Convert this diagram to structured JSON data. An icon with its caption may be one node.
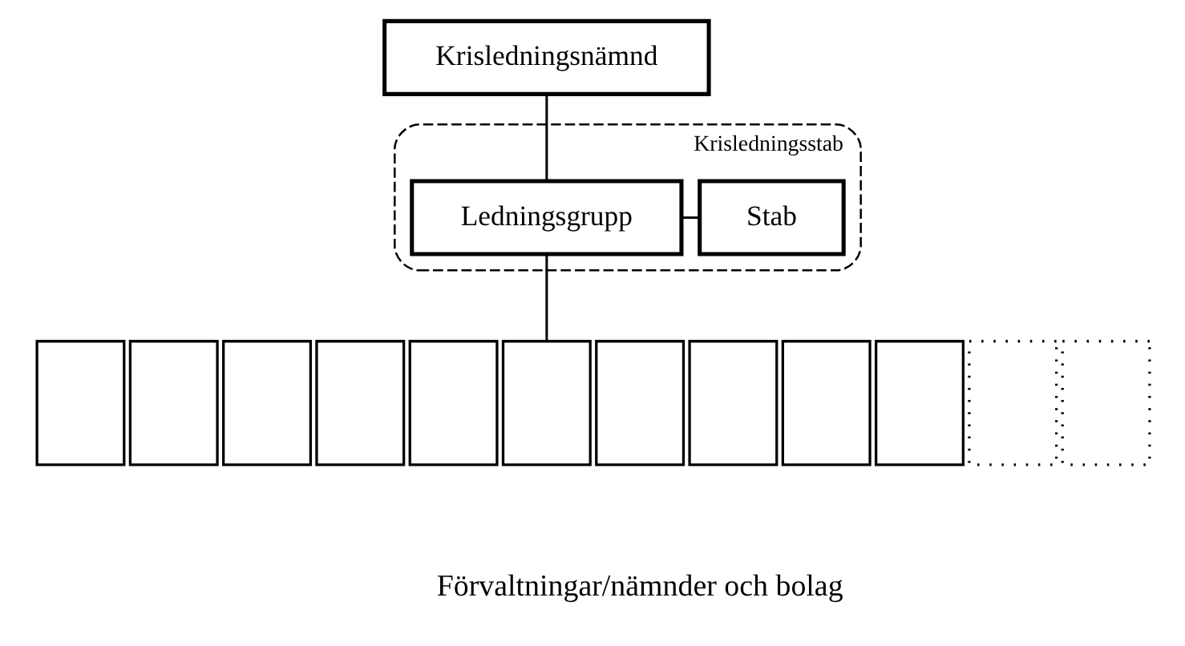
{
  "diagram": {
    "nodes": [
      {
        "text": [
          "Krisledningsnämnd"
        ]
      },
      {
        "text": [
          "Krisledningsstab"
        ]
      },
      {
        "text": [
          "Ledningsgrupp"
        ],
        "in": 1
      },
      {
        "text": [
          "Stab"
        ],
        "in": 1
      },
      {
        "text": [],
        "shape": "box"
      },
      {
        "text": [],
        "shape": "box"
      },
      {
        "text": [],
        "shape": "box"
      },
      {
        "text": [],
        "shape": "box"
      },
      {
        "text": [],
        "shape": "box"
      },
      {
        "text": [],
        "shape": "box"
      },
      {
        "text": [],
        "shape": "box"
      },
      {
        "text": [],
        "shape": "box"
      },
      {
        "text": [],
        "shape": "box"
      },
      {
        "text": [],
        "shape": "box"
      },
      {
        "text": [],
        "shape": "box"
      },
      {
        "text": [],
        "shape": "box"
      }
    ],
    "edges": [
      {
        "from": 0,
        "to": 2,
        "arrow": "none"
      },
      {
        "from": 2,
        "to": 3,
        "arrow": "none"
      },
      {
        "from": 2,
        "to": 9,
        "arrow": "none"
      }
    ],
    "labels": [
      "Förvaltningar/nämnder och bolag"
    ]
  }
}
